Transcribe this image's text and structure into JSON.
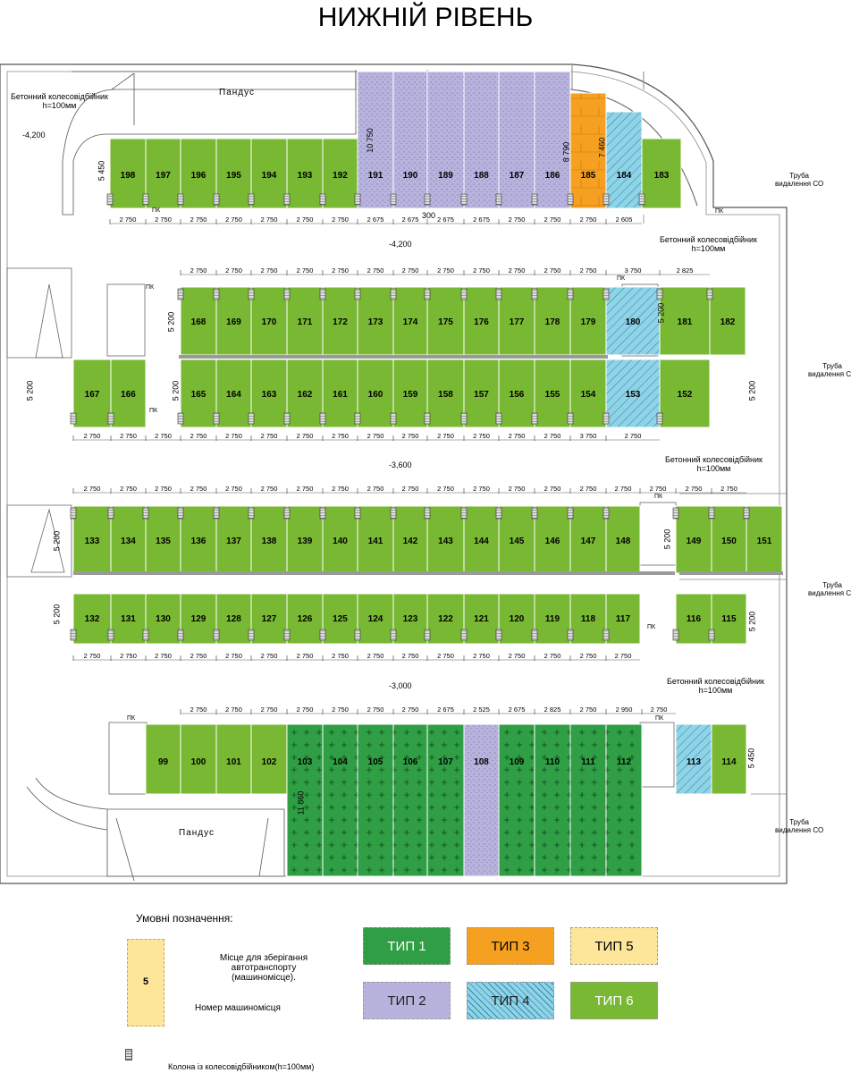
{
  "title": "НИЖНІЙ РІВЕНЬ",
  "colors": {
    "type1": "#2f9e44",
    "type2": "#b7b3dd",
    "type3": "#f5a020",
    "type4": "#8fd3e6",
    "type5": "#fde69a",
    "type6": "#78b833",
    "wall": "#888888",
    "line": "#333333"
  },
  "ramp_labels": [
    "Пандус",
    "Пандус"
  ],
  "levels": [
    "-4,200",
    "-4,200",
    "-3,600",
    "-3,000"
  ],
  "annotations": {
    "bumper_top_left": [
      "Бетонний колесовідбійник",
      "h=100мм"
    ],
    "bumper_right_1": [
      "Бетонний колесовідбійник",
      "h=100мм"
    ],
    "bumper_right_2": [
      "Бетонний колесовідбійник",
      "h=100мм"
    ],
    "bumper_right_3": [
      "Бетонний колесовідбійник",
      "h=100мм"
    ],
    "pipe_1": [
      "Труба",
      "видалення СО"
    ],
    "pipe_2": [
      "Труба",
      "видалення СО"
    ],
    "pipe_3": [
      "Труба",
      "видалення СО"
    ],
    "pipe_4": [
      "Труба",
      "видалення СО"
    ],
    "pk": "ПК"
  },
  "depths": [
    "5 450",
    "10 750",
    "8 790",
    "7 460",
    "5 200",
    "11 860",
    "300"
  ],
  "rows": [
    {
      "id": "r1",
      "spots": [
        {
          "n": "198",
          "t": 6
        },
        {
          "n": "197",
          "t": 6
        },
        {
          "n": "196",
          "t": 6
        },
        {
          "n": "195",
          "t": 6
        },
        {
          "n": "194",
          "t": 6
        },
        {
          "n": "193",
          "t": 6
        },
        {
          "n": "192",
          "t": 6
        },
        {
          "n": "191",
          "t": 2
        },
        {
          "n": "190",
          "t": 2
        },
        {
          "n": "189",
          "t": 2
        },
        {
          "n": "188",
          "t": 2
        },
        {
          "n": "187",
          "t": 2
        },
        {
          "n": "186",
          "t": 2
        },
        {
          "n": "185",
          "t": 3
        },
        {
          "n": "184",
          "t": 4
        },
        {
          "n": "183",
          "t": 6
        }
      ],
      "dims": [
        "2 750",
        "2 750",
        "2 750",
        "2 750",
        "2 750",
        "2 750",
        "2 750",
        "2 675",
        "2 675",
        "2 675",
        "2 675",
        "2 750",
        "2 750",
        "2 750",
        "2 605"
      ]
    },
    {
      "id": "r2",
      "spots": [
        {
          "n": "168",
          "t": 6
        },
        {
          "n": "169",
          "t": 6
        },
        {
          "n": "170",
          "t": 6
        },
        {
          "n": "171",
          "t": 6
        },
        {
          "n": "172",
          "t": 6
        },
        {
          "n": "173",
          "t": 6
        },
        {
          "n": "174",
          "t": 6
        },
        {
          "n": "175",
          "t": 6
        },
        {
          "n": "176",
          "t": 6
        },
        {
          "n": "177",
          "t": 6
        },
        {
          "n": "178",
          "t": 6
        },
        {
          "n": "179",
          "t": 6
        },
        {
          "n": "180",
          "t": 4
        },
        {
          "n": "181",
          "t": 6
        },
        {
          "n": "182",
          "t": 6
        }
      ],
      "dims": [
        "2 750",
        "2 750",
        "2 750",
        "2 750",
        "2 750",
        "2 750",
        "2 750",
        "2 750",
        "2 750",
        "2 750",
        "2 750",
        "2 750",
        "3 750",
        "2 825"
      ]
    },
    {
      "id": "r3",
      "spots": [
        {
          "n": "167",
          "t": 6
        },
        {
          "n": "166",
          "t": 6
        },
        {
          "n": "165",
          "t": 6
        },
        {
          "n": "164",
          "t": 6
        },
        {
          "n": "163",
          "t": 6
        },
        {
          "n": "162",
          "t": 6
        },
        {
          "n": "161",
          "t": 6
        },
        {
          "n": "160",
          "t": 6
        },
        {
          "n": "159",
          "t": 6
        },
        {
          "n": "158",
          "t": 6
        },
        {
          "n": "157",
          "t": 6
        },
        {
          "n": "156",
          "t": 6
        },
        {
          "n": "155",
          "t": 6
        },
        {
          "n": "154",
          "t": 6
        },
        {
          "n": "153",
          "t": 4
        },
        {
          "n": "152",
          "t": 6
        }
      ],
      "dims": [
        "2 750",
        "2 750",
        "2 750",
        "2 750",
        "2 750",
        "2 750",
        "2 750",
        "2 750",
        "2 750",
        "2 750",
        "2 750",
        "2 750",
        "2 750",
        "2 750",
        "3 750",
        "2 750"
      ]
    },
    {
      "id": "r4",
      "spots": [
        {
          "n": "133",
          "t": 6
        },
        {
          "n": "134",
          "t": 6
        },
        {
          "n": "135",
          "t": 6
        },
        {
          "n": "136",
          "t": 6
        },
        {
          "n": "137",
          "t": 6
        },
        {
          "n": "138",
          "t": 6
        },
        {
          "n": "139",
          "t": 6
        },
        {
          "n": "140",
          "t": 6
        },
        {
          "n": "141",
          "t": 6
        },
        {
          "n": "142",
          "t": 6
        },
        {
          "n": "143",
          "t": 6
        },
        {
          "n": "144",
          "t": 6
        },
        {
          "n": "145",
          "t": 6
        },
        {
          "n": "146",
          "t": 6
        },
        {
          "n": "147",
          "t": 6
        },
        {
          "n": "148",
          "t": 6
        },
        {
          "n": "149",
          "t": 6
        },
        {
          "n": "150",
          "t": 6
        },
        {
          "n": "151",
          "t": 6
        }
      ],
      "dims": [
        "2 750",
        "2 750",
        "2 750",
        "2 750",
        "2 750",
        "2 750",
        "2 750",
        "2 750",
        "2 750",
        "2 750",
        "2 750",
        "2 750",
        "2 750",
        "2 750",
        "2 750",
        "2 750",
        "2 750",
        "2 750",
        "2 750"
      ]
    },
    {
      "id": "r5",
      "spots": [
        {
          "n": "132",
          "t": 6
        },
        {
          "n": "131",
          "t": 6
        },
        {
          "n": "130",
          "t": 6
        },
        {
          "n": "129",
          "t": 6
        },
        {
          "n": "128",
          "t": 6
        },
        {
          "n": "127",
          "t": 6
        },
        {
          "n": "126",
          "t": 6
        },
        {
          "n": "125",
          "t": 6
        },
        {
          "n": "124",
          "t": 6
        },
        {
          "n": "123",
          "t": 6
        },
        {
          "n": "122",
          "t": 6
        },
        {
          "n": "121",
          "t": 6
        },
        {
          "n": "120",
          "t": 6
        },
        {
          "n": "119",
          "t": 6
        },
        {
          "n": "118",
          "t": 6
        },
        {
          "n": "117",
          "t": 6
        },
        {
          "n": "116",
          "t": 6
        },
        {
          "n": "115",
          "t": 6
        }
      ],
      "dims": [
        "2 750",
        "2 750",
        "2 750",
        "2 750",
        "2 750",
        "2 750",
        "2 750",
        "2 750",
        "2 750",
        "2 750",
        "2 750",
        "2 750",
        "2 750",
        "2 750",
        "2 750",
        "2 750"
      ]
    },
    {
      "id": "r6",
      "spots": [
        {
          "n": "99",
          "t": 6
        },
        {
          "n": "100",
          "t": 6
        },
        {
          "n": "101",
          "t": 6
        },
        {
          "n": "102",
          "t": 6
        },
        {
          "n": "103",
          "t": 1
        },
        {
          "n": "104",
          "t": 1
        },
        {
          "n": "105",
          "t": 1
        },
        {
          "n": "106",
          "t": 1
        },
        {
          "n": "107",
          "t": 1
        },
        {
          "n": "108",
          "t": 2
        },
        {
          "n": "109",
          "t": 1
        },
        {
          "n": "110",
          "t": 1
        },
        {
          "n": "111",
          "t": 1
        },
        {
          "n": "112",
          "t": 1
        },
        {
          "n": "113",
          "t": 4
        },
        {
          "n": "114",
          "t": 6
        }
      ],
      "dims": [
        "2 750",
        "2 750",
        "2 750",
        "2 750",
        "2 750",
        "2 750",
        "2 750",
        "2 675",
        "2 525",
        "2 675",
        "2 825",
        "2 750",
        "2 950",
        "2 750"
      ]
    }
  ],
  "legend": {
    "title": "Умовні позначення:",
    "sample_number": "5",
    "sample_text": [
      "Місце для зберігання автотранспорту",
      "(машиномісце)."
    ],
    "number_text": "Номер машиномісця",
    "column_text": "Колона із колесовідбійником(h=100мм)",
    "types": [
      {
        "label": "ТИП 1",
        "t": 1
      },
      {
        "label": "ТИП 3",
        "t": 3
      },
      {
        "label": "ТИП 5",
        "t": 5
      },
      {
        "label": "ТИП 2",
        "t": 2
      },
      {
        "label": "ТИП 4",
        "t": 4
      },
      {
        "label": "ТИП 6",
        "t": 6
      }
    ]
  }
}
